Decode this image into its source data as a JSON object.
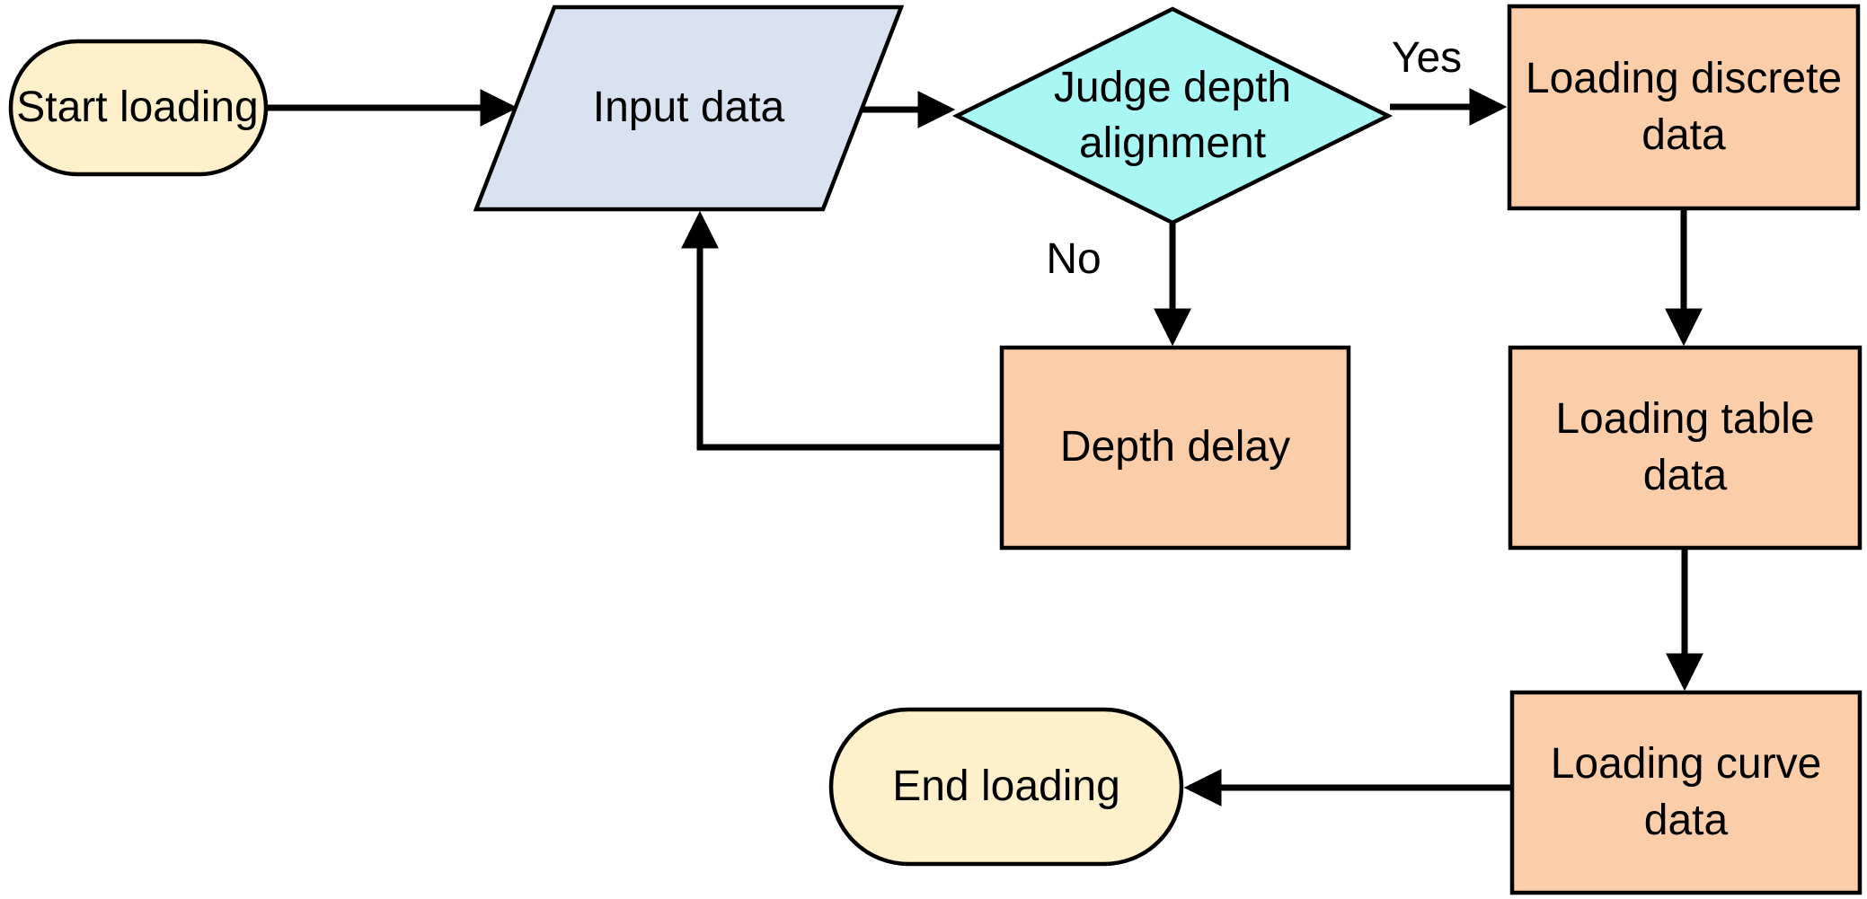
{
  "diagram": {
    "type": "flowchart",
    "background": "#FFFFFF",
    "outline_color": "#000000",
    "arrow_color": "#000000",
    "nodes": {
      "start": {
        "shape": "terminator",
        "fill": "#FDF0CB",
        "lines": [
          "Start loading"
        ]
      },
      "input": {
        "shape": "input-output",
        "fill": "#D9E2F1",
        "lines": [
          "Input data"
        ]
      },
      "judge": {
        "shape": "decision",
        "fill": "#A8F7F5",
        "lines": [
          "Judge depth",
          "alignment"
        ]
      },
      "discrete": {
        "shape": "process",
        "fill": "#FBCDA8",
        "lines": [
          "Loading discrete",
          "data"
        ]
      },
      "delay": {
        "shape": "process",
        "fill": "#FBCDA8",
        "lines": [
          "Depth delay"
        ]
      },
      "table": {
        "shape": "process",
        "fill": "#FBCDA8",
        "lines": [
          "Loading table",
          "data"
        ]
      },
      "curve": {
        "shape": "process",
        "fill": "#FBCDA8",
        "lines": [
          "Loading curve",
          "data"
        ]
      },
      "end": {
        "shape": "terminator",
        "fill": "#FDF0CB",
        "lines": [
          "End loading"
        ]
      }
    },
    "edges": [
      {
        "from": "start",
        "to": "input"
      },
      {
        "from": "input",
        "to": "judge"
      },
      {
        "from": "judge",
        "to": "discrete",
        "label": "Yes"
      },
      {
        "from": "judge",
        "to": "delay",
        "label": "No"
      },
      {
        "from": "delay",
        "to": "input"
      },
      {
        "from": "discrete",
        "to": "table"
      },
      {
        "from": "table",
        "to": "curve"
      },
      {
        "from": "curve",
        "to": "end"
      }
    ]
  }
}
